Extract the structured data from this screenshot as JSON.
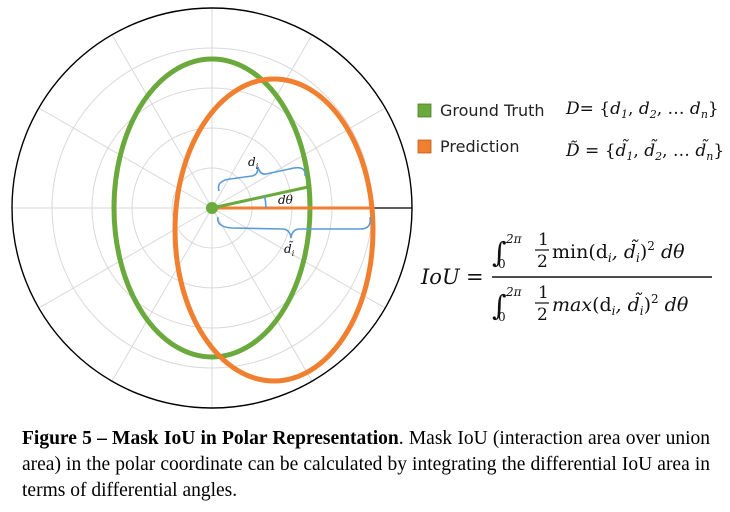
{
  "legend": {
    "ground_truth": {
      "label": "Ground Truth",
      "color": "#6aaa3c"
    },
    "prediction": {
      "label": "Prediction",
      "color": "#f07f2f"
    }
  },
  "diagram": {
    "grid_color": "#d9d9d9",
    "brace_color": "#5b9bd5",
    "di_label": "d",
    "di_sub": "i",
    "dtheta_label": "dθ",
    "di_tilde_label": "d̃",
    "di_tilde_sub": "i"
  },
  "equations": {
    "gt_set": {
      "lhs": "D",
      "rhs_open": "= {",
      "d1": "d",
      "s1": "1",
      "d2": "d",
      "s2": "2",
      "dots": "… ",
      "dn": "d",
      "sn": "n",
      "close": "}"
    },
    "pred_set": {
      "lhs": "D̃",
      "rhs_open": "= {",
      "d1": "d̃",
      "s1": "1",
      "d2": "d̃",
      "s2": "2",
      "dots": "… ",
      "dn": "d̃",
      "sn": "n",
      "close": "}"
    },
    "iou": {
      "lhs": "IoU",
      "eq": "=",
      "int": "∫",
      "upper": "2π",
      "lower": "0",
      "half_num": "1",
      "half_den": "2",
      "num_fn": "min",
      "den_fn": "max",
      "args": "(d",
      "args_sub": "i",
      "args_mid": ", d̃",
      "args_sub2": "i",
      "args_close": ")",
      "sq": "2",
      "dtheta": " dθ"
    }
  },
  "caption": {
    "head": "Figure 5 – Mask IoU in Polar Representation",
    "body": ". Mask IoU (interaction area over union area) in the polar coordinate can be calculated by integrating the differential IoU area in terms of differential angles."
  }
}
